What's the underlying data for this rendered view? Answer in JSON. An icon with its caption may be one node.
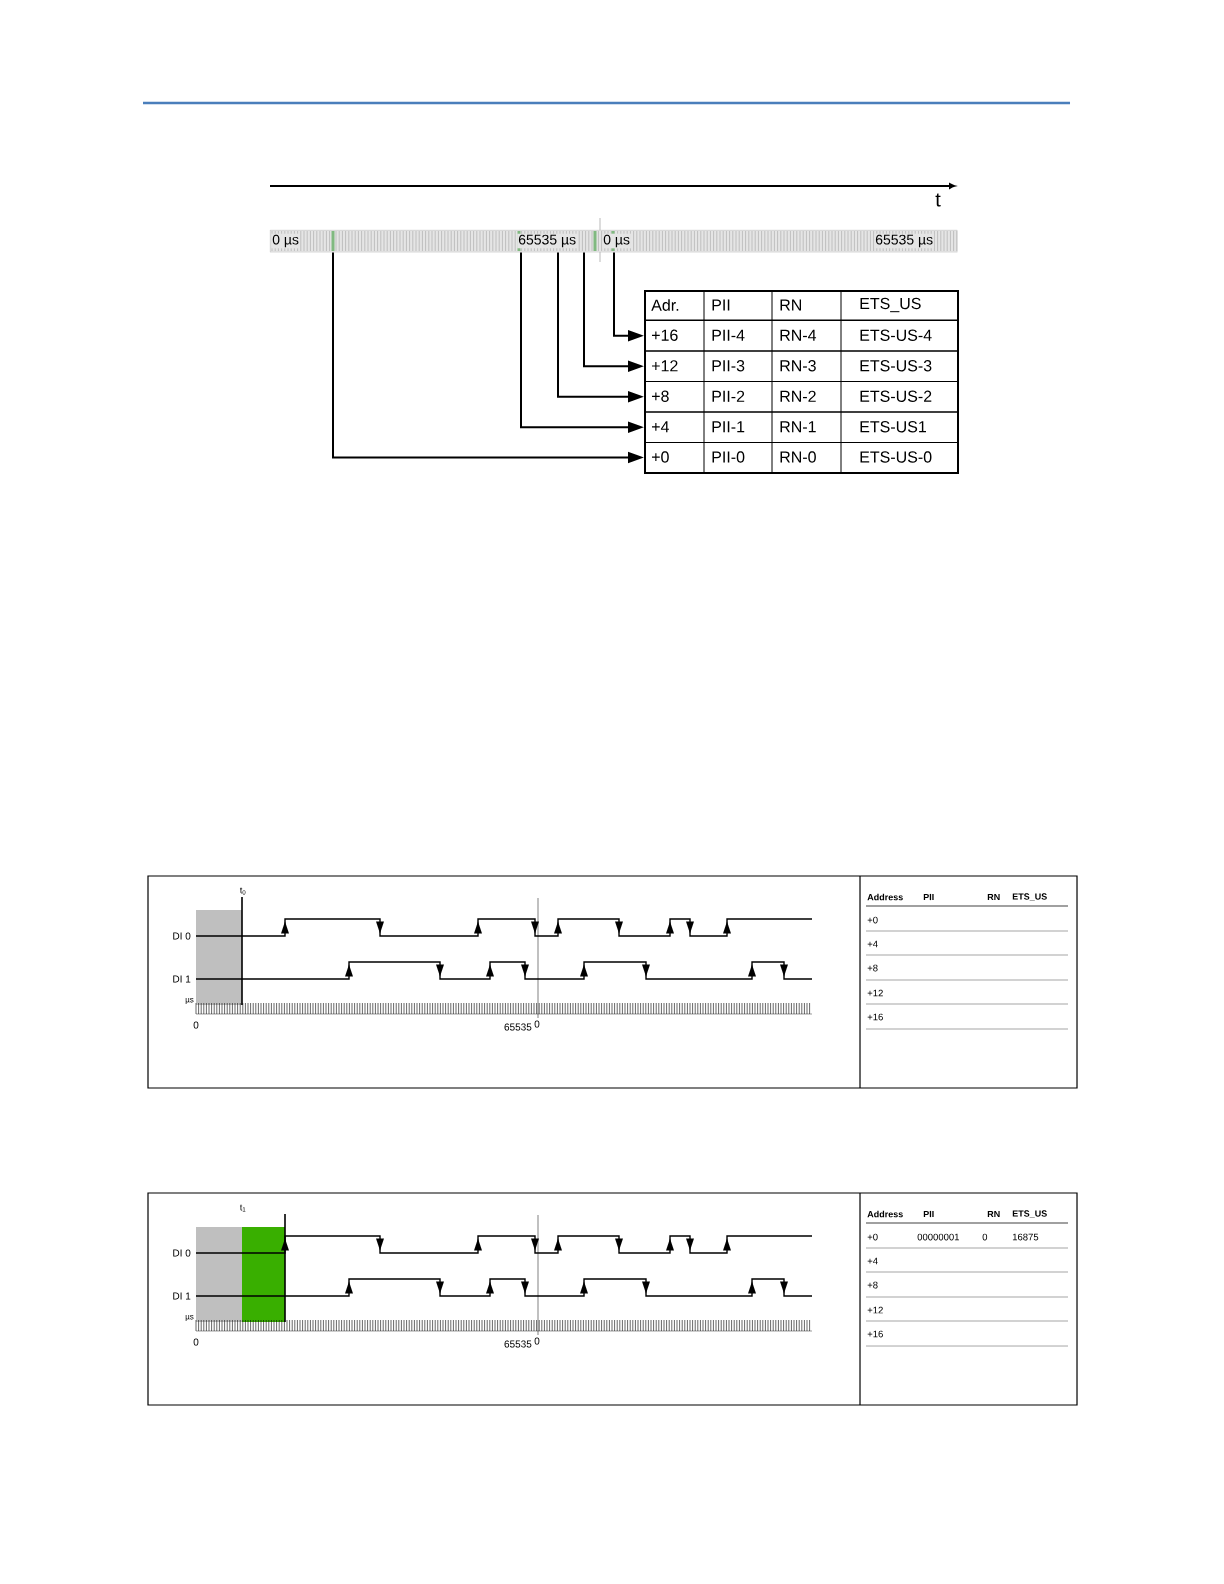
{
  "diagram": {
    "nodes": [
      {
        "text": [
          "0 µs",
          "65535 µs",
          "0 µs",
          "65535 µs"
        ]
      },
      {
        "text": [
          "Adr.",
          "PII",
          "RN",
          "ETS_US"
        ]
      },
      {
        "text": [
          "+16",
          "PII-4",
          "RN-4",
          "ETS-US-4"
        ],
        "in": 1
      },
      {
        "text": [
          "+12",
          "PII-3",
          "RN-3",
          "ETS-US-3"
        ],
        "in": 1
      },
      {
        "text": [
          "+8",
          "PII-2",
          "RN-2",
          "ETS-US-2"
        ],
        "in": 1
      },
      {
        "text": [
          "+4",
          "PII-1",
          "RN-1",
          "ETS-US1"
        ],
        "in": 1
      },
      {
        "text": [
          "+0",
          "PII-0",
          "RN-0",
          "ETS-US-0"
        ],
        "in": 1
      }
    ],
    "edges": [
      {
        "from": 0,
        "to": 2,
        "arrow": "to"
      },
      {
        "from": 0,
        "to": 3,
        "arrow": "to"
      },
      {
        "from": 0,
        "to": 4,
        "arrow": "to"
      },
      {
        "from": 0,
        "to": 5,
        "arrow": "to"
      },
      {
        "from": 0,
        "to": 6,
        "arrow": "to"
      }
    ],
    "labels": [
      "t",
      "t$_{0}$",
      "DI 0",
      "DI 1",
      "µs",
      "0",
      "65535",
      "0",
      "Address",
      "PII",
      "RN",
      "ETS_US",
      "+0",
      "+4",
      "+8",
      "+12",
      "+16",
      "t$_{1}$",
      "DI 0",
      "DI 1",
      "µs",
      "0",
      "65535",
      "0",
      "Address",
      "PII",
      "RN",
      "ETS_US",
      "+0",
      "00000001",
      "0",
      "16875",
      "+4",
      "+8",
      "+12",
      "+16"
    ]
  }
}
